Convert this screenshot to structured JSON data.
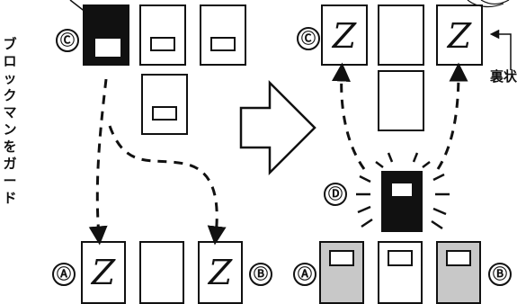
{
  "sidebar_text": [
    "ブ",
    "ロ",
    "ッ",
    "ク",
    "マ",
    "ン",
    "を",
    "ガ",
    "ー",
    "ド"
  ],
  "side_note": "裏状",
  "markers": {
    "A": "Ⓐ",
    "B": "Ⓑ",
    "C": "Ⓒ",
    "D": "Ⓓ"
  },
  "card_symbol": "Z",
  "colors": {
    "ink": "#111111",
    "shadow_card": "#c8c8c8",
    "paper": "#ffffff"
  }
}
